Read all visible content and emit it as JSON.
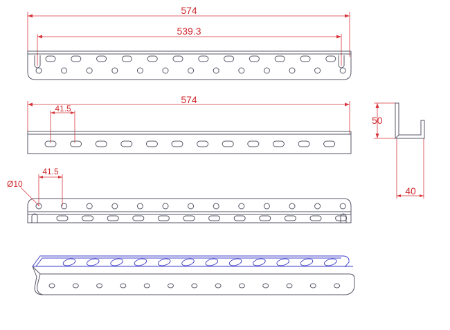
{
  "drawing": {
    "view_top": {
      "overall_length": "574",
      "slot_span": "539.3",
      "slot_count": 12,
      "hole_count": 13
    },
    "view_front": {
      "overall_length": "574",
      "slot_pitch": "41.5",
      "slot_count": 12
    },
    "view_bottom": {
      "hole_pitch": "41.5",
      "hole_diameter": "Ø10",
      "hole_count": 13,
      "slot_count": 12
    },
    "view_profile": {
      "height": "50",
      "width": "40"
    },
    "colors": {
      "dimension": "#d0292e",
      "outline": "#555566",
      "iso_edge": "#3a3ac8"
    }
  }
}
